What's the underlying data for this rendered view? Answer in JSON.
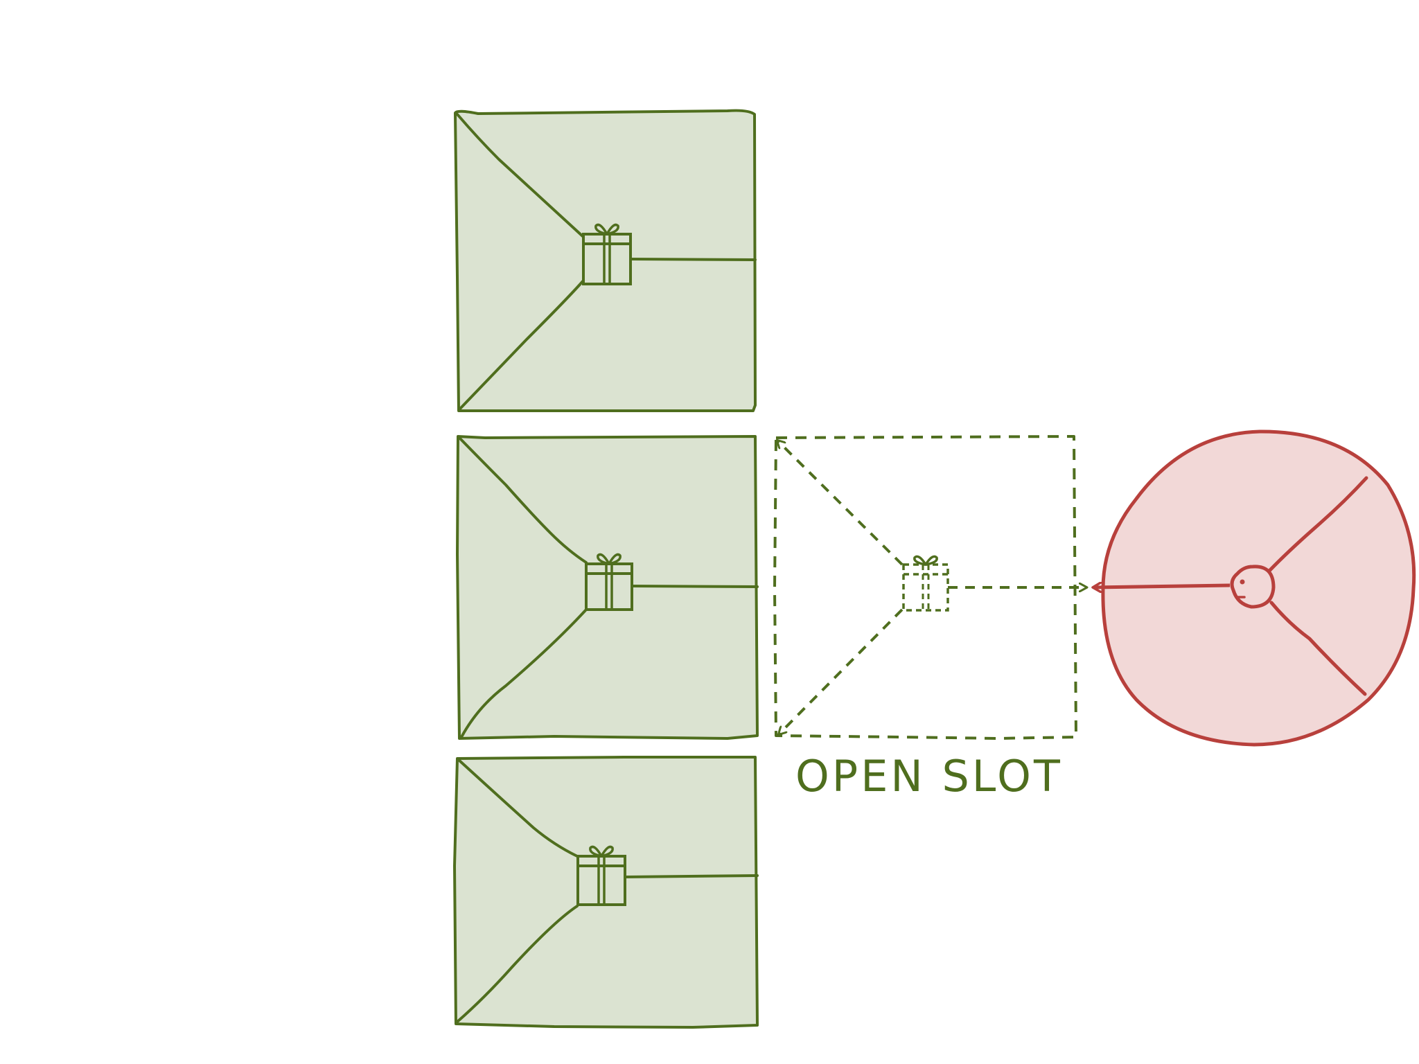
{
  "colors": {
    "green_stroke": "#4f6e1e",
    "green_fill": "#dbe3d1",
    "red_stroke": "#b8403c",
    "red_fill": "#f2d8d7",
    "background": "#ffffff"
  },
  "diagram": {
    "open_slot_label": "OPEN SLOT",
    "filled_slots": [
      {
        "icon": "gift-icon",
        "state": "occupied"
      },
      {
        "icon": "gift-icon",
        "state": "occupied"
      },
      {
        "icon": "gift-icon",
        "state": "occupied"
      }
    ],
    "open_slot": {
      "icon": "gift-icon",
      "state": "empty",
      "style": "dashed"
    },
    "consumer": {
      "icon": "head-icon",
      "shape": "circle"
    }
  }
}
